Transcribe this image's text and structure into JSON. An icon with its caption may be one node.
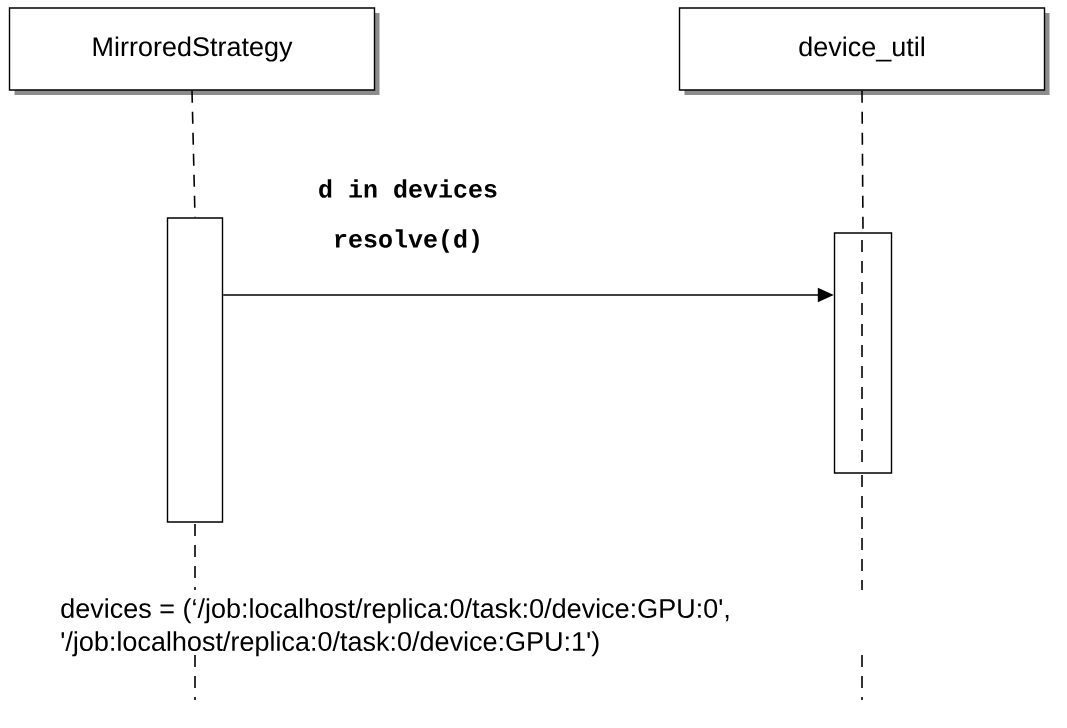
{
  "diagram": {
    "nodes": [
      {
        "text": [
          "MirroredStrategy"
        ]
      },
      {
        "text": [
          "device_util"
        ]
      },
      {
        "text": [],
        "shape": "bar"
      },
      {
        "text": [],
        "shape": "bar"
      }
    ],
    "edges": [
      {
        "from": 0,
        "to": 2,
        "arrow": "none",
        "style": "dashed"
      },
      {
        "from": 1,
        "to": 3,
        "arrow": "none",
        "style": "dashed"
      },
      {
        "from": 2,
        "to": 3,
        "arrow": "to",
        "label": "d in devices resolve(d)"
      }
    ],
    "labels": [
      "devices = (‘/job:localhost/replica:0/task:0/device:GPU:0', '/job:localhost/replica:0/task:0/device:GPU:1')"
    ]
  }
}
